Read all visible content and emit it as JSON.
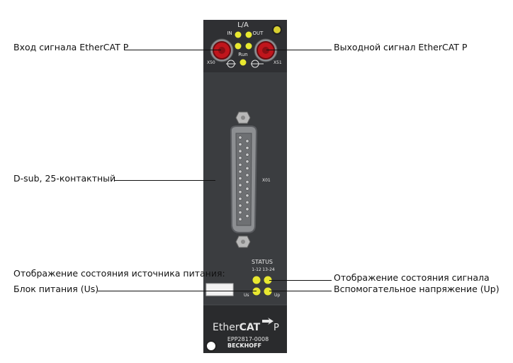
{
  "callouts": {
    "ethercat_in": "Вход сигнала EtherCAT P",
    "ethercat_out": "Выходной сигнал EtherCAT P",
    "dsub": "D-sub, 25-контактный",
    "power_status_heading": "Отображение состояния источника питания:",
    "power_supply": "Блок питания (Us)",
    "signal_status": "Отображение состояния сигнала",
    "aux_voltage": "Вспомогательное напряжение (Up)"
  },
  "device": {
    "la_label": "L/A",
    "in_label": "IN",
    "out_label": "OUT",
    "run_label": "Run",
    "x50_label": "X50",
    "x51_label": "X51",
    "x01_label": "X01",
    "status_label": "STATUS",
    "range_1_12": "1-12",
    "range_13_24": "13-24",
    "us_label": "Us",
    "up_label": "Up",
    "brand_ether": "Ether",
    "brand_cat": "CAT",
    "brand_p": "P",
    "model": "EPP2817-0008",
    "maker": "BECKHOFF"
  },
  "colors": {
    "housing": "#3b3d40",
    "housing_dark": "#2a2b2d",
    "led_yellow": "#e8e830",
    "connector_red": "#c0151c",
    "label_text": "#e6e6e6"
  }
}
